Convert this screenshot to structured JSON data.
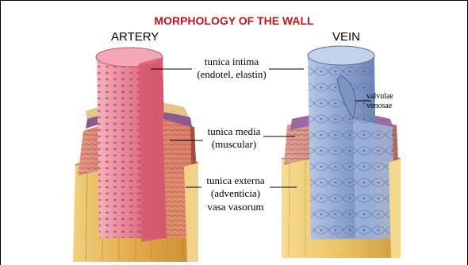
{
  "title": "MORPHOLOGY OF THE WALL",
  "artery_label": "ARTERY",
  "vein_label": "VEIN",
  "layers": [
    {
      "name": "tunica intima",
      "detail": "(endotel, elastin)"
    },
    {
      "name": "tunica media",
      "detail": "(muscular)"
    },
    {
      "name": "tunica externa",
      "detail": "(adventicia)",
      "extra": "vasa vasorum"
    }
  ],
  "valve_label": [
    "valvulae",
    "venosae"
  ],
  "colors": {
    "title": "#c0161c",
    "artery_intima": "#e2788c",
    "artery_media": "#cd6f63",
    "artery_externa": "#e8b85a",
    "vein_intima": "#8fa6cf",
    "vein_media": "#c98274",
    "vein_externa": "#ecc770"
  }
}
